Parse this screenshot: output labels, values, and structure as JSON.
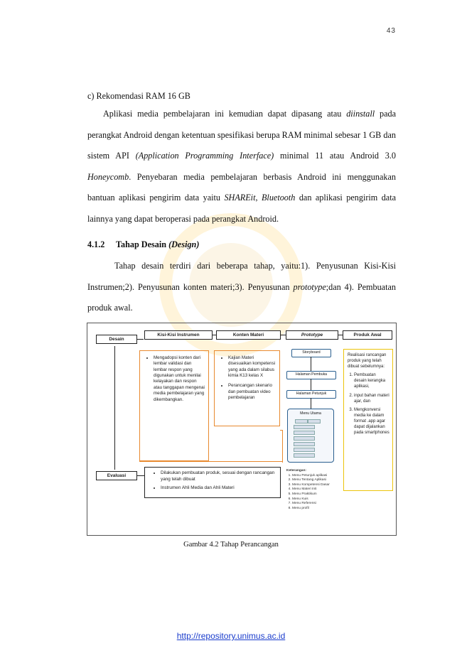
{
  "page_number": "43",
  "subheading": "c)   Rekomendasi RAM 16 GB",
  "paragraph1": {
    "p1": "Aplikasi media pembelajaran ini kemudian dapat dipasang atau ",
    "i1": "diinstall",
    "p2": " pada perangkat Android dengan ketentuan spesifikasi berupa RAM minimal sebesar 1 GB dan sistem API ",
    "i2": "(Application Programming Interface)",
    "p3": " minimal 11 atau Android 3.0 ",
    "i3": "Honeycomb",
    "p4": ". Penyebaran media pembelajaran berbasis Android ini menggunakan bantuan aplikasi pengirim data yaitu ",
    "i4": "SHAREit",
    "p5": ", ",
    "i5": "Bluetooth",
    "p6": " dan aplikasi pengirim data lainnya yang dapat beroperasi pada perangkat Android."
  },
  "section": {
    "number": "4.1.2",
    "title": "Tahap Desain ",
    "title_italic": "(Design)"
  },
  "paragraph2": {
    "p1": "Tahap desain terdiri dari beberapa tahap, yaitu:1). Penyusunan Kisi-Kisi Instrumen;2). Penyusunan konten materi;3). Penyusunan ",
    "i1": "prototype",
    "p2": ";dan 4). Pembuatan produk awal."
  },
  "figure": {
    "desain": "Desain",
    "evaluasi": "Evaluasi",
    "headers": {
      "kisi": "Kisi-Kisi Instrumen",
      "konten": "Konten Materi",
      "prototype": "Prototype",
      "produk": "Produk Awal"
    },
    "kisi_item": "Mengadopsi konten dari lembar validasi dan lembar respon yang digunakan untuk menilai kelayakan dan respon atau tanggapan mengenai media pembelajaran yang dikembangkan.",
    "konten_items": [
      "Kajian Materi disesuaikan kompetensi yang ada dalam silabus kimia K13 kelas X",
      "Perancangan skenario dan pembuatan video pembelajaran"
    ],
    "prototype_boxes": [
      "Storyboard",
      "Halaman Pembuka",
      "Halaman Petunjuk"
    ],
    "menu_label": "Menu Utama",
    "keterangan_title": "Keterangan:",
    "keterangan_items": [
      "Menu Petunjuk aplikasi",
      "Menu Tentang Aplikasi",
      "Menu Kompetensi Dasar",
      "Menu Materi Inti",
      "Menu Praktikum",
      "Menu Kuis",
      "Menu Referensi",
      "Menu profil"
    ],
    "produk_intro": "Realisasi rancangan produk yang telah dibuat sebelumnya:",
    "produk_items": [
      "Pembuatan desain kerangka aplikasi,",
      "input bahan materi ajar, dan",
      "Mengkonversi media ke dalam format .app agar dapat dijalankan pada smartphones"
    ],
    "evaluasi_items": [
      "Dilakukan pembuatan produk, sesuai dengan rancangan yang telah dibuat",
      "Instrumen Ahli Media dan Ahli Materi"
    ]
  },
  "caption": "Gambar 4.2 Tahap Perancangan",
  "footer_link": "http://repository.unimus.ac.id",
  "colors": {
    "orange_border": "#e8892e",
    "yellow_border": "#ecc40b",
    "link": "#1a3ccc"
  }
}
